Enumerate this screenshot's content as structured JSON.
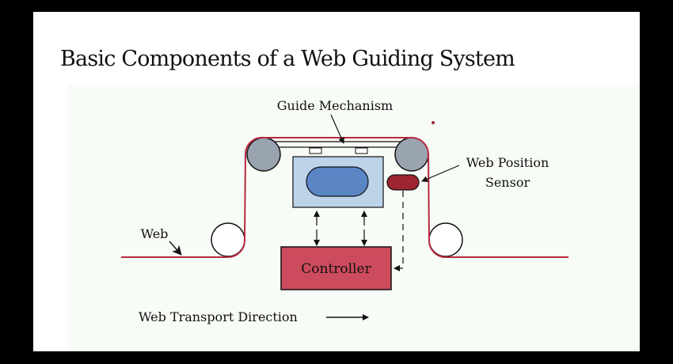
{
  "slide": {
    "title": "Basic Components of a Web Guiding System"
  },
  "diagram": {
    "labels": {
      "guide_mechanism": "Guide Mechanism",
      "sensor_line1": "Web Position",
      "sensor_line2": "Sensor",
      "web": "Web",
      "controller": "Controller",
      "transport_direction": "Web Transport Direction"
    },
    "colors": {
      "web_line": "#b8283f",
      "guide_roller": "#9aa3b0",
      "actuator_box": "#bcd3ea",
      "actuator_capsule": "#5b86c6",
      "sensor": "#9e2432",
      "controller": "#cc4b5c",
      "controller_text": "#3a0a12",
      "inset_bg": "#f8fcf6"
    }
  }
}
